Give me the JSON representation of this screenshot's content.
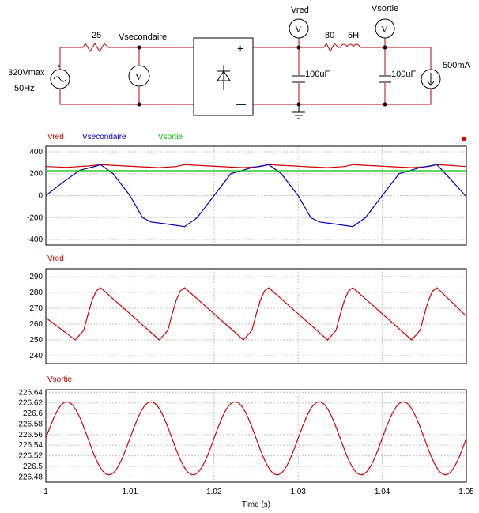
{
  "schematic": {
    "source_label_1": "320Vmax",
    "source_label_2": "50Hz",
    "resistor_1": "25",
    "node_secondary": "Vsecondaire",
    "node_vred": "Vred",
    "node_vsortie": "Vsortie",
    "resistor_2": "80",
    "inductor": "5H",
    "cap_1": "100uF",
    "cap_2": "100uF",
    "load": "500mA",
    "plus_sign": "+",
    "minus_sign": "—",
    "voltmeter_symbol": "V"
  },
  "chart_data": [
    {
      "type": "line",
      "title": "",
      "ylim": [
        -450,
        450
      ],
      "yticks": [
        "400",
        "200",
        "0",
        "-200",
        "-400"
      ],
      "series": [
        {
          "name": "Vred",
          "color": "#d00000",
          "x": [
            1.0,
            1.0025,
            1.005,
            1.0065,
            1.0075,
            1.0095,
            1.0115,
            1.0135,
            1.0155,
            1.0165,
            1.0175,
            1.0195,
            1.0215,
            1.0235,
            1.0255,
            1.0265,
            1.0275,
            1.0295,
            1.0315,
            1.0335,
            1.0355,
            1.0365,
            1.0375,
            1.0395,
            1.0415,
            1.0435,
            1.0455,
            1.0465,
            1.0475,
            1.05
          ],
          "y": [
            265,
            258,
            270,
            282,
            278,
            270,
            262,
            255,
            265,
            282,
            278,
            270,
            262,
            255,
            265,
            282,
            278,
            270,
            262,
            255,
            265,
            282,
            278,
            270,
            262,
            255,
            265,
            282,
            278,
            265
          ]
        },
        {
          "name": "Vsecondaire",
          "color": "#0000c0",
          "x": [
            1.0,
            1.002,
            1.004,
            1.006,
            1.0065,
            1.008,
            1.01,
            1.0115,
            1.0125,
            1.014,
            1.0165,
            1.018,
            1.02,
            1.022,
            1.0245,
            1.0265,
            1.028,
            1.03,
            1.0315,
            1.0325,
            1.034,
            1.0365,
            1.038,
            1.04,
            1.042,
            1.0445,
            1.0465,
            1.048,
            1.05
          ],
          "y": [
            0,
            120,
            230,
            270,
            282,
            200,
            0,
            -200,
            -240,
            -255,
            -282,
            -200,
            0,
            200,
            255,
            282,
            200,
            0,
            -200,
            -240,
            -255,
            -282,
            -200,
            0,
            200,
            255,
            282,
            160,
            -10
          ]
        },
        {
          "name": "Vsortie",
          "color": "#00c000",
          "x": [
            1.0,
            1.05
          ],
          "y": [
            226.56,
            226.56
          ]
        }
      ]
    },
    {
      "type": "line",
      "title": "Vred",
      "ylim": [
        235,
        295
      ],
      "yticks": [
        "290",
        "280",
        "270",
        "260",
        "250",
        "240"
      ],
      "series": [
        {
          "name": "Vred",
          "color": "#d00000",
          "x": [
            1.0,
            1.0035,
            1.0045,
            1.005,
            1.0055,
            1.006,
            1.0065,
            1.0135,
            1.0145,
            1.015,
            1.0155,
            1.016,
            1.0165,
            1.0235,
            1.0245,
            1.025,
            1.0255,
            1.026,
            1.0265,
            1.0335,
            1.0345,
            1.035,
            1.0355,
            1.036,
            1.0365,
            1.0435,
            1.0445,
            1.045,
            1.0455,
            1.046,
            1.0465,
            1.05
          ],
          "y": [
            264,
            250,
            256,
            266,
            275,
            281,
            283,
            250,
            256,
            266,
            275,
            281,
            283,
            250,
            256,
            266,
            275,
            281,
            283,
            250,
            256,
            266,
            275,
            281,
            283,
            250,
            256,
            266,
            275,
            281,
            283,
            265
          ]
        }
      ]
    },
    {
      "type": "line",
      "title": "Vsortie",
      "ylim": [
        226.47,
        226.645
      ],
      "yticks": [
        "226.64",
        "226.62",
        "226.6",
        "226.58",
        "226.56",
        "226.54",
        "226.52",
        "226.5",
        "226.48"
      ],
      "series": [
        {
          "name": "Vsortie",
          "color": "#d00000",
          "wave": {
            "x0": 1.0,
            "x1": 1.05,
            "offset": 226.553,
            "amplitude": 0.069,
            "period": 0.01,
            "phase_peak": 1.0025
          }
        }
      ]
    }
  ],
  "xaxis": {
    "xlim": [
      1.0,
      1.05
    ],
    "ticks": [
      "1",
      "1.01",
      "1.02",
      "1.03",
      "1.04",
      "1.05"
    ],
    "label": "Time (s)"
  },
  "legend": {
    "vred": "Vred",
    "vsecondaire": "Vsecondaire",
    "vsortie": "Vsortie"
  }
}
